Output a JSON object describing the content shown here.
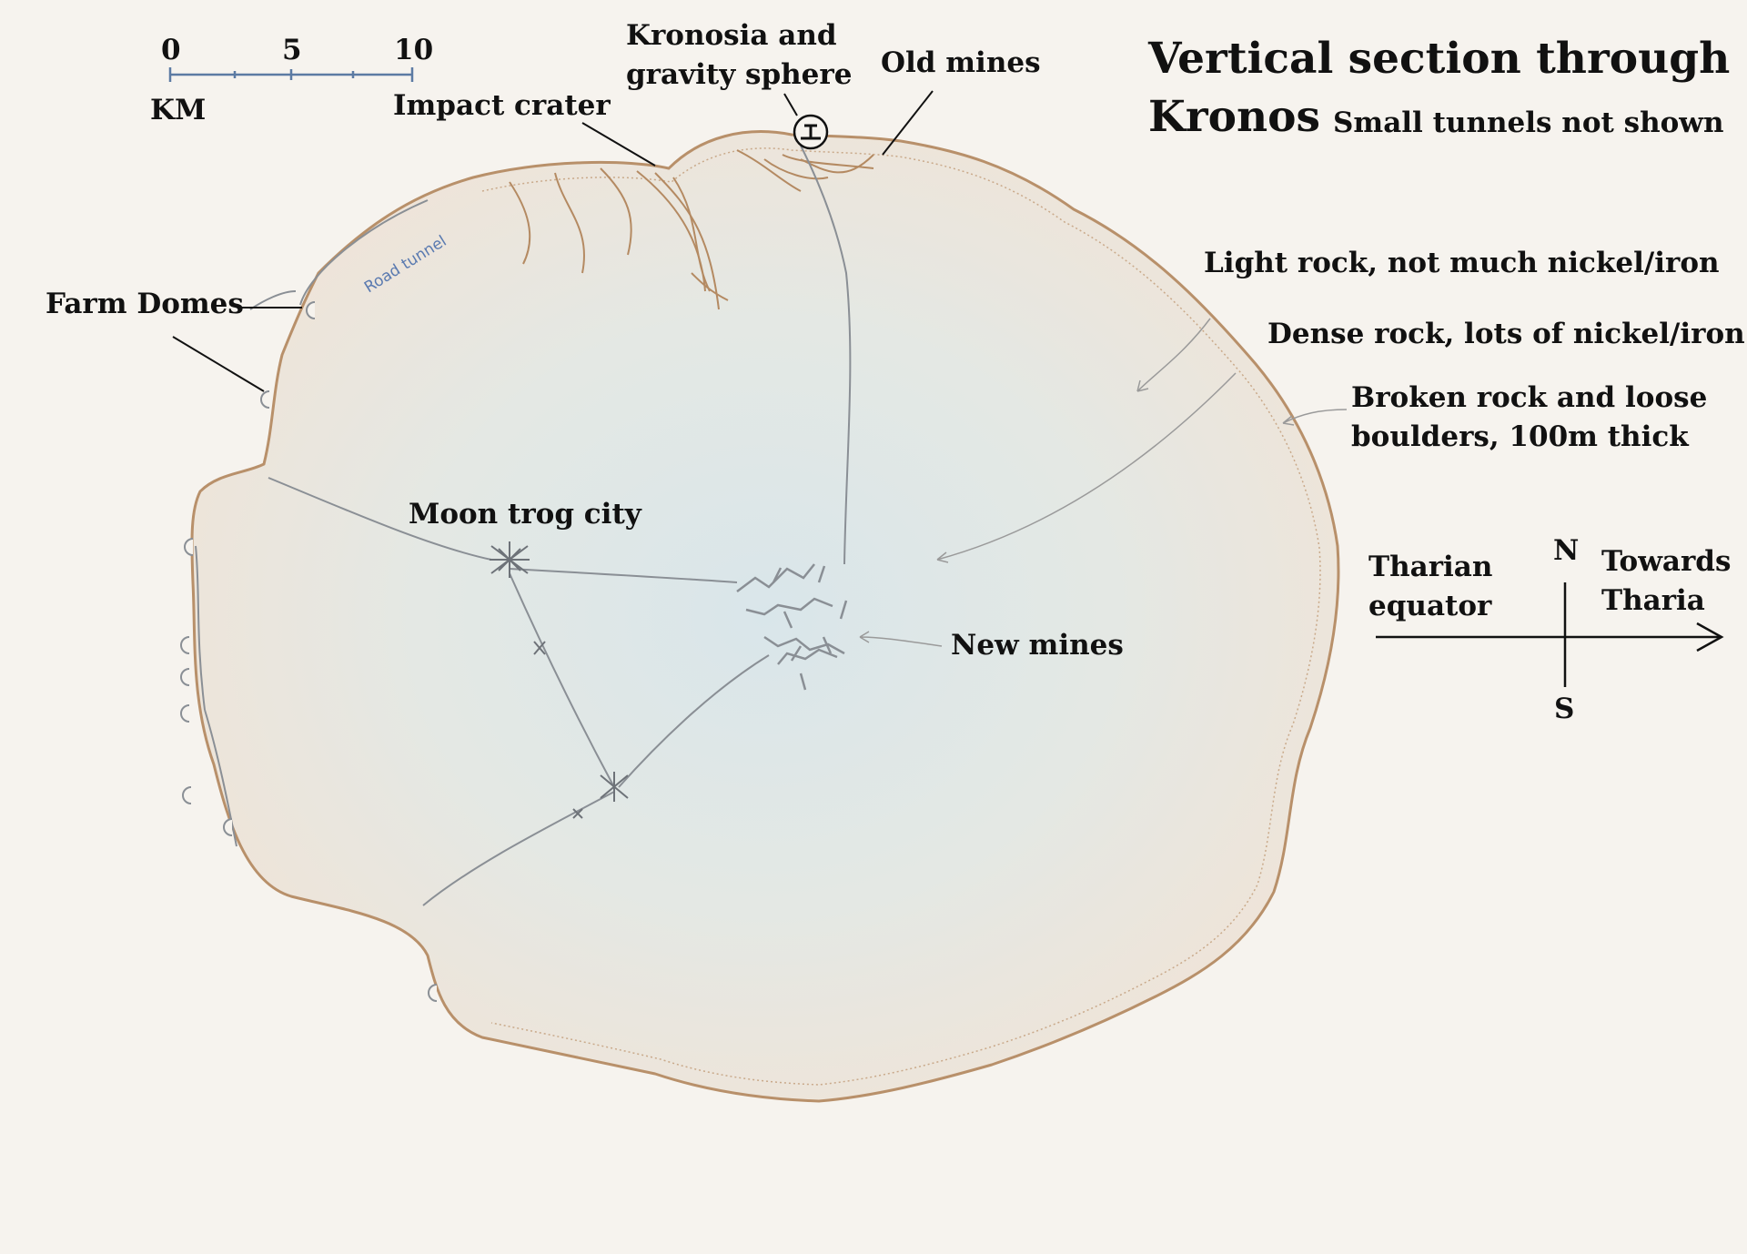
{
  "title": {
    "line1": "Vertical section through",
    "line2": "Kronos",
    "note": "Small tunnels not shown"
  },
  "scale_bar": {
    "ticks": [
      "0",
      "5",
      "10"
    ],
    "unit": "KM"
  },
  "labels": {
    "kronosia_line1": "Kronosia and",
    "kronosia_line2": "gravity sphere",
    "old_mines": "Old mines",
    "impact_crater": "Impact crater",
    "farm_domes": "Farm Domes",
    "road_tunnel": "Road tunnel",
    "moon_trog_city": "Moon trog city",
    "new_mines": "New mines",
    "light_rock": "Light rock, not much nickel/iron",
    "dense_rock": "Dense rock, lots of nickel/iron",
    "broken_rock_line1": "Broken rock and loose",
    "broken_rock_line2": "boulders, 100m thick"
  },
  "compass": {
    "north": "N",
    "south": "S",
    "west_line1": "Tharian",
    "west_line2": "equator",
    "east_line1": "Towards",
    "east_line2": "Tharia"
  },
  "colors": {
    "paper": "#f6f3ee",
    "outer_rock": "#efe4d8",
    "dense_core": "#dfe9ec",
    "crust_outline": "#b8906a",
    "tunnel": "#8a8f95",
    "old_mine_tunnels": "#b48a62",
    "road_tunnel_text": "#5a7ab0",
    "scale_bar": "#5c7ba3"
  }
}
